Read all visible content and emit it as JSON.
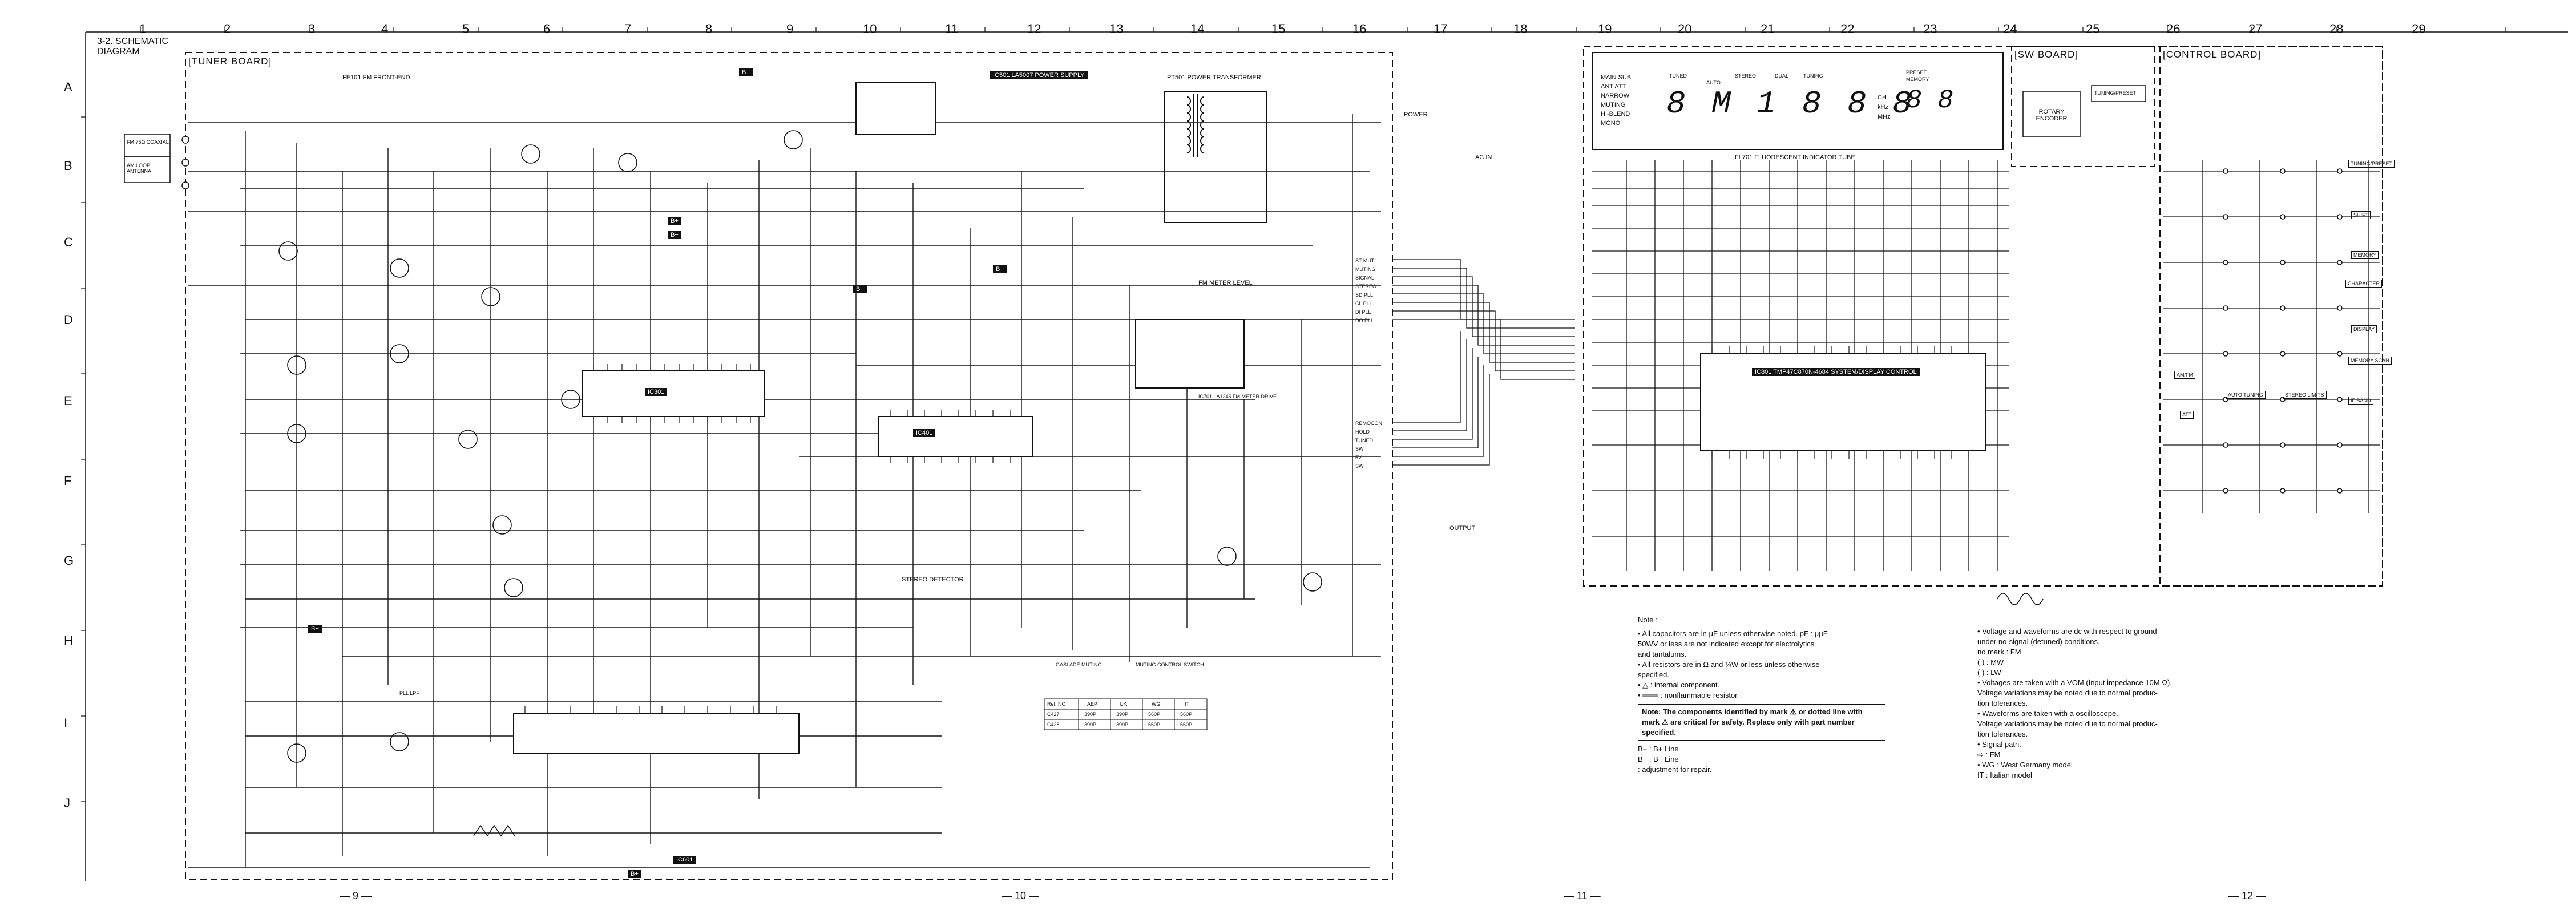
{
  "header": {
    "section_label": "3-2. SCHEMATIC DIAGRAM",
    "column_numbers": [
      "1",
      "2",
      "3",
      "4",
      "5",
      "6",
      "7",
      "8",
      "9",
      "10",
      "11",
      "12",
      "13",
      "14",
      "15",
      "16",
      "17",
      "18",
      "19",
      "20",
      "21",
      "22",
      "23",
      "24",
      "25",
      "26",
      "27",
      "28",
      "29"
    ],
    "row_letters": [
      "A",
      "B",
      "C",
      "D",
      "E",
      "F",
      "G",
      "H",
      "I",
      "J"
    ]
  },
  "boards": {
    "tuner": "[TUNER BOARD]",
    "sw": "[SW BOARD]",
    "control": "[CONTROL BOARD]"
  },
  "components": {
    "antenna_fm": "FM 75Ω COAXIAL",
    "antenna_am": "AM LOOP ANTENNA",
    "fe_label": "FE101 FM FRONT-END",
    "ic501": "IC501 LA5007 POWER SUPPLY",
    "pt501": "PT501 POWER TRANSFORMER",
    "ic301": "IC301",
    "ic401": "IC401",
    "ic601": "IC601",
    "ic701": "IC701 LA1245 FM METER DRIVE",
    "ic801": "IC801 TMP47C870N-4684 SYSTEM/DISPLAY CONTROL",
    "fl701": "FL701 FLUORESCENT INDICATOR TUBE",
    "fm_meter": "FM METER LEVEL",
    "rotary": "ROTARY ENCODER",
    "tuning": "TUNING/PRESET",
    "stereo_detector": "STEREO DETECTOR",
    "output": "OUTPUT",
    "power": "POWER",
    "ac_in": "AC IN",
    "gaslade": "GASLADE MUTING",
    "mutting_ctrl": "MUTING CONTROL SWITCH",
    "pll_lpf": "PLL LPF",
    "b_plus": "B+",
    "b_minus": "B−"
  },
  "display": {
    "left_indicators": [
      "MAIN SUB",
      "ANT ATT",
      "NARROW",
      "MUTING",
      "HI-BLEND",
      "MONO"
    ],
    "top_indicators": [
      "TUNED",
      "AUTO",
      "STEREO",
      "DUAL",
      "TUNING",
      "PRESET",
      "MEMORY"
    ],
    "digits": "8 M 1 8 8 8",
    "units": [
      "CH",
      "kHz",
      "MHz"
    ],
    "preset_digits": "8 8"
  },
  "control_buttons": [
    "TUNING/PRESET",
    "SHIFT",
    "MEMORY",
    "CHARACTER",
    "DISPLAY",
    "MEMORY SCAN",
    "AUTO TUNING",
    "STEREO LIMITS",
    "IF BAND",
    "AM/FM",
    "ATT"
  ],
  "connector_labels": [
    "ST MUT",
    "MUTING",
    "SIGNAL",
    "STEREO",
    "SD PLL",
    "CL PLL",
    "DI PLL",
    "DO PLL",
    "REMOCON",
    "HOLD",
    "TUNED",
    "SW",
    "5V",
    "SW"
  ],
  "pages": [
    "— 9 —",
    "— 10 —",
    "— 11 —",
    "— 12 —"
  ],
  "notes": {
    "title": "Note :",
    "left": [
      "•  All capacitors are in μF unless otherwise noted. pF : μμF",
      "    50WV or less are not indicated except for electrolytics",
      "    and tantalums.",
      "•  All resistors are in Ω and ¼W or less unless otherwise",
      "    specified.",
      "•  △    : internal component.",
      "•  ═══  : nonflammable resistor."
    ],
    "warning": "Note: The components identified by mark ⚠ or dotted line with mark ⚠ are critical for safety. Replace only with part number specified.",
    "lines": [
      "B+ : B+ Line",
      "B− : B− Line",
      "     : adjustment for repair."
    ],
    "right": [
      "•  Voltage and waveforms are dc with respect to ground",
      "    under no-signal (detuned) conditions.",
      "    no mark : FM",
      "    (     ) : MW",
      "    (     ) : LW",
      "•  Voltages are taken with a VOM (Input impedance 10M Ω).",
      "    Voltage variations may be noted due to normal produc-",
      "    tion tolerances.",
      "•  Waveforms are taken with a oscilloscope.",
      "    Voltage variations may be noted due to normal produc-",
      "    tion tolerances.",
      "•  Signal path.",
      "    ⇨ : FM",
      "•  WG : West Germany model",
      "    IT : Italian model"
    ]
  },
  "part_table": {
    "headers": [
      "Ref. NO",
      "AEP",
      "UK",
      "WG",
      "IT"
    ],
    "rows": [
      [
        "C427",
        "390P",
        "390P",
        "560P",
        "560P"
      ],
      [
        "C428",
        "390P",
        "390P",
        "560P",
        "560P"
      ]
    ]
  }
}
